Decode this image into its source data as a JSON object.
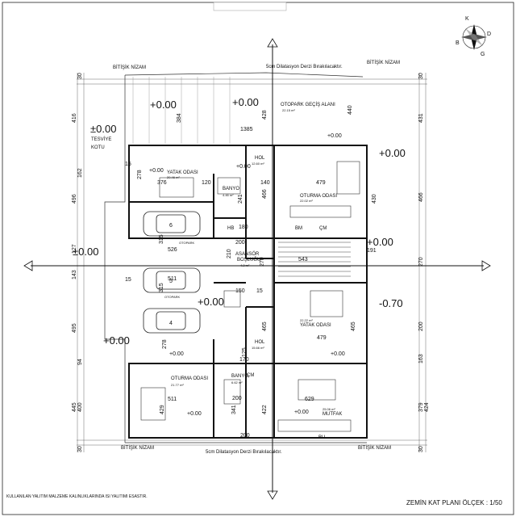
{
  "sheet": {
    "title": "ZEMİN KAT PLANI ÖLÇEK : 1/50",
    "footnote": "KULLANILAN YALITIM MALZEME KALINLIKLARINDA ISI YALITIMI ESASTIR."
  },
  "compass": {
    "n": "K",
    "s": "G",
    "e": "D",
    "w": "B"
  },
  "labels": {
    "bitisik": "BİTİŞİK NİZAM",
    "dilatasyon": "5cm Dilatasyon Derzi Bırakılacaktır.",
    "tesviye_1": "TESVİYE",
    "tesviye_2": "KOTU",
    "otopark_gecis": "OTOPARK GEÇİŞ ALANI",
    "yatak_odasi": "YATAK ODASI",
    "hol": "HOL",
    "banyo": "BANYO",
    "oturma_odasi": "OTURMA ODASI",
    "asansor_1": "ASANSÖR",
    "asansor_2": "BOŞLUĞU",
    "otopark": "OTOPARK",
    "mutfak": "MUTFAK",
    "hb": "HB",
    "bm": "BM",
    "cm": "ÇM",
    "bu": "BU",
    "zero": "±0.00",
    "zero_plus": "+0.00",
    "minus": "-0.70"
  },
  "dims": {
    "d1385": "1385",
    "d384": "384",
    "d428": "428",
    "d440": "440",
    "d376": "376",
    "d479": "479",
    "d526": "526",
    "d511": "511",
    "d543": "543",
    "d429": "429",
    "d200": "200",
    "d341": "341",
    "d422": "422",
    "d629": "629",
    "d465": "465",
    "d278": "278",
    "d315": "315",
    "d466": "466",
    "d241": "241",
    "d180": "180",
    "d120": "120",
    "d140": "140",
    "d150": "150",
    "d15": "15",
    "d125": "125",
    "d170": "170",
    "d191": "191",
    "d210": "210",
    "d270": "270",
    "d30": "30",
    "d416": "416",
    "d496": "496",
    "d162": "162",
    "d127": "127",
    "d143": "143",
    "d495": "495",
    "d94": "94",
    "d445": "445",
    "d400": "400",
    "d431": "431",
    "d430": "430",
    "d163": "163",
    "d379": "379",
    "d424": "424",
    "d6": "6",
    "d5": "5",
    "d4": "4"
  },
  "areas": {
    "a1": "20.46 m²",
    "a2": "22.02 m²",
    "a3": "4.2 m²",
    "a4": "22.22 m²",
    "a5": "21.77 m²",
    "a6": "25.06 m²",
    "a7": "6.62 m²",
    "a8": "15.66 m²",
    "a9": "12.60 m²",
    "a10": "4.46 m²",
    "a11": "22.15 m²"
  }
}
